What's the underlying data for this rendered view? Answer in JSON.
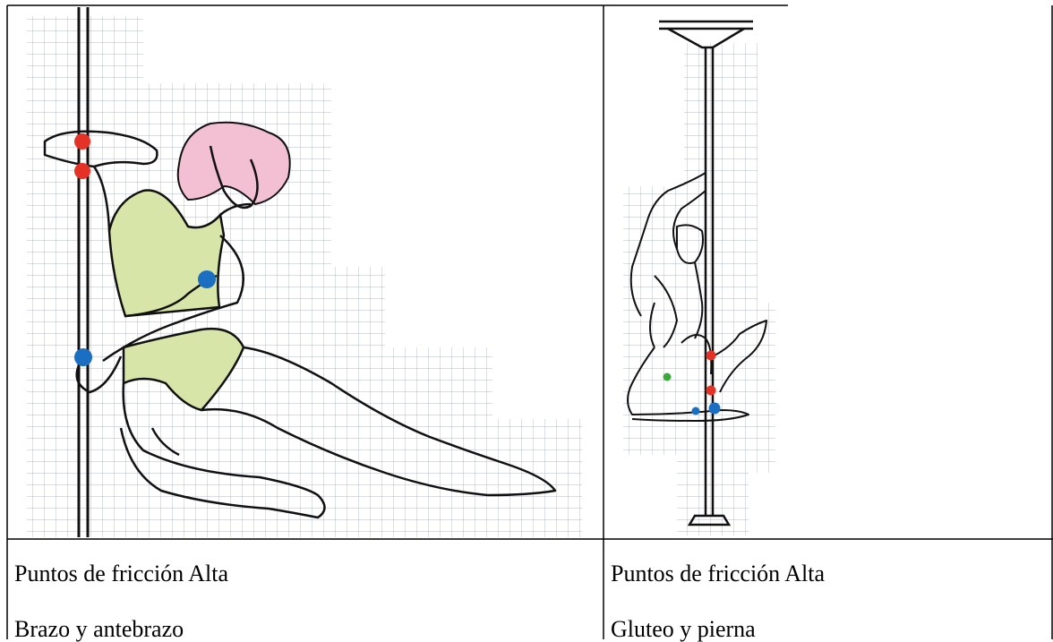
{
  "table": {
    "rows": [
      {
        "left": {
          "title": "Puntos de fricción Alta",
          "subtitle": "Brazo y antebrazo"
        },
        "right": {
          "title": "Puntos de fricción Alta",
          "subtitle": "Gluteo y pierna"
        }
      }
    ]
  },
  "colors": {
    "high_friction": "#e53227",
    "medium_friction": "#1a6fc2",
    "low_friction": "#3aa83a",
    "outfit": "#d7e6a8",
    "hair": "#f2bfd3",
    "grid": "#9aa4b4"
  },
  "figures": [
    {
      "name": "pole-pose-arm-hold",
      "markers": {
        "red": 2,
        "blue": 2,
        "green": 0
      }
    },
    {
      "name": "pole-pose-inverted-leg-hold",
      "markers": {
        "red": 2,
        "blue": 2,
        "green": 1
      }
    }
  ]
}
